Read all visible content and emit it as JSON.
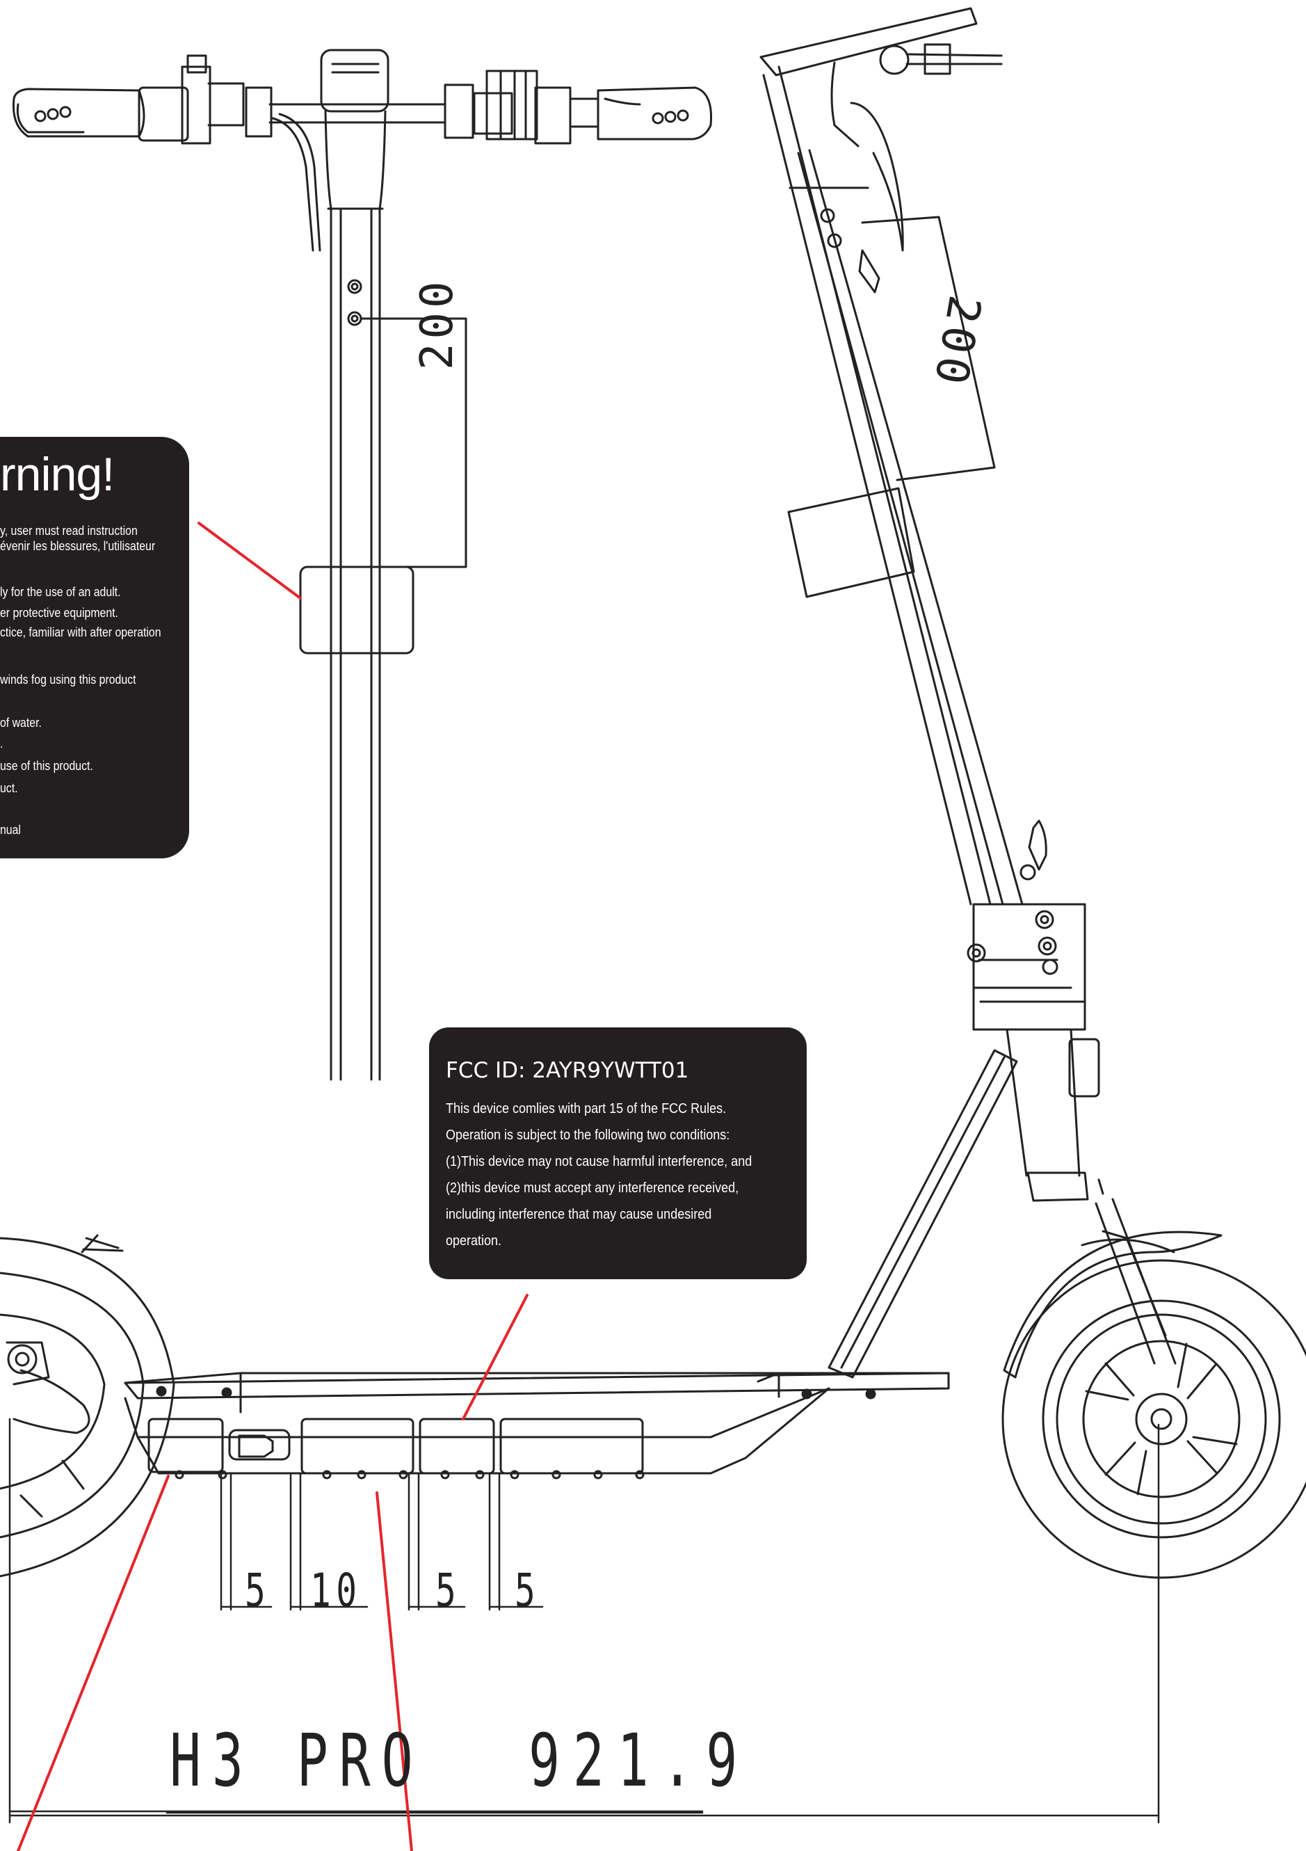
{
  "warning_label": {
    "title": "rning!",
    "lines": [
      "y, user must read instruction",
      "évenir les blessures, l'utilisateur",
      "ly for the use of an adult.",
      "er protective equipment.",
      "ctice, familiar with after operation",
      "winds fog using this product",
      "of water.",
      ".",
      "use of this product.",
      "uct.",
      "nual"
    ]
  },
  "fcc_label": {
    "title": "FCC ID: 2AYR9YWTT01",
    "lines": [
      "This device comlies with part 15 of the FCC Rules.",
      "Operation is subject to the following two conditions:",
      "(1)This device may not cause harmful interference, and",
      "(2)this device must accept any interference received,",
      "including interference that may cause undesired",
      "operation."
    ]
  },
  "dimensions": {
    "stem_front": "200",
    "stem_side": "200",
    "deck_gaps": [
      "5",
      "10",
      "5",
      "5"
    ],
    "model": "H3 PRO",
    "overall_length": "921.9"
  },
  "colors": {
    "line": "#222222",
    "leader": "#e3262d",
    "label_bg": "#231f20",
    "label_text": "#ffffff"
  }
}
